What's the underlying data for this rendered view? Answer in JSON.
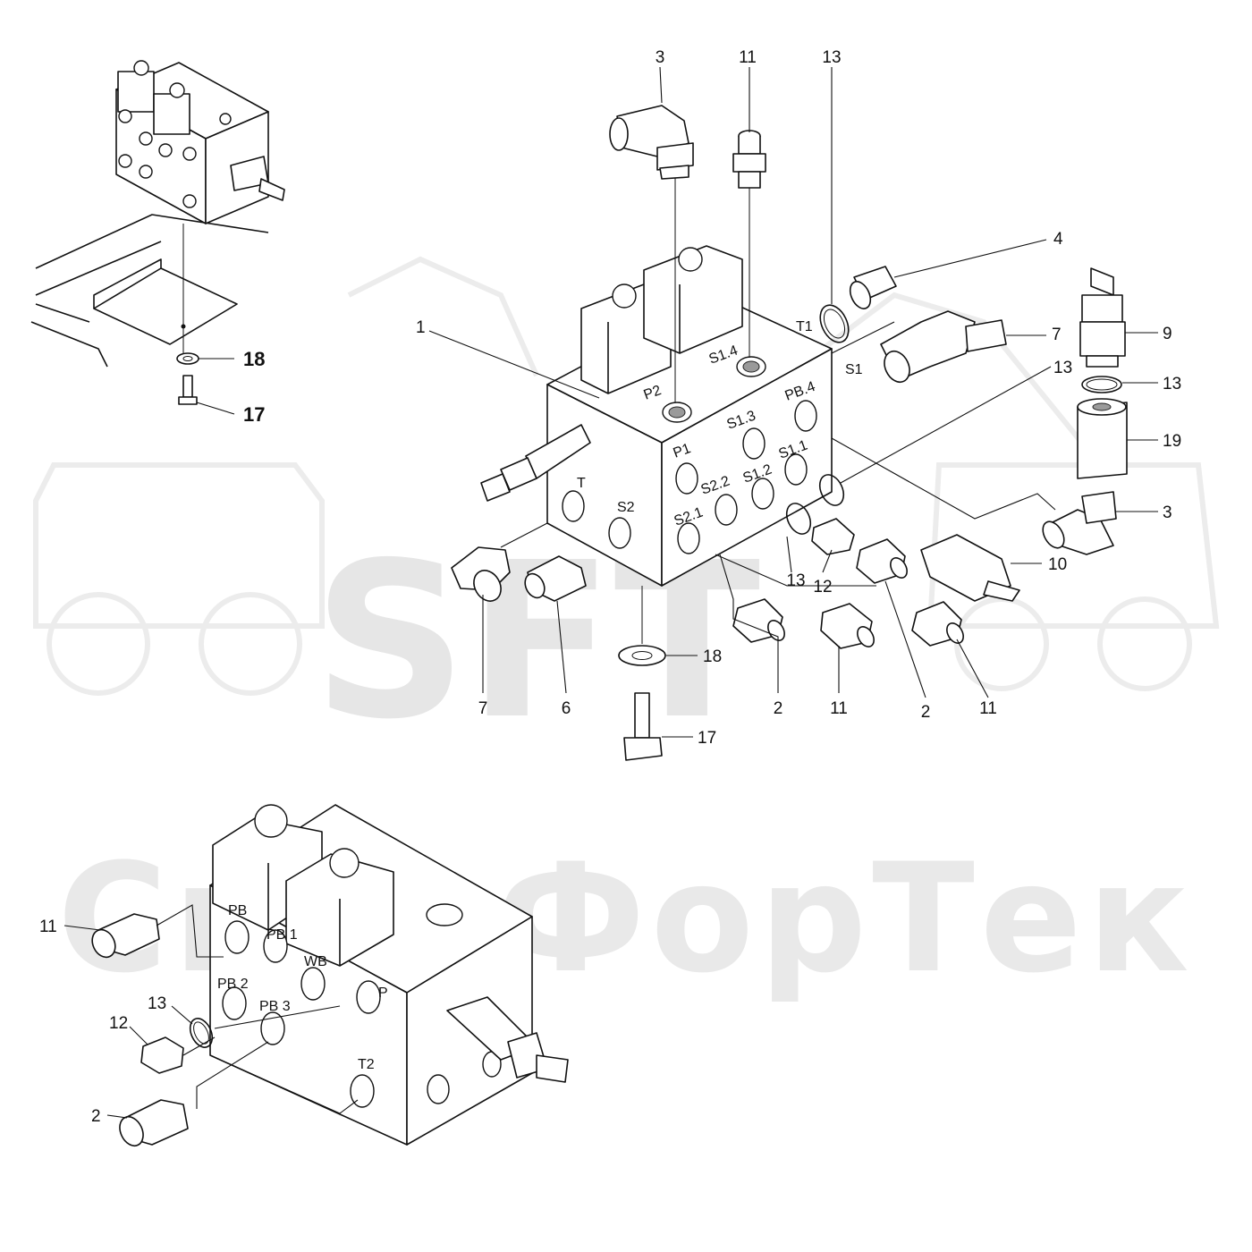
{
  "watermark": {
    "logo_text": "SFT",
    "brand_text": "СканФорТек"
  },
  "views": {
    "inset_top_left": {
      "callouts": {
        "washer": "18",
        "bolt": "17"
      }
    },
    "main": {
      "callouts": {
        "block": "1",
        "elbow_top": "3",
        "adapter_top": "11",
        "oring_top": "13",
        "plug": "4",
        "elbow_right": "7",
        "oring_right_a": "13",
        "sensor": "9",
        "oring_right_b": "13",
        "coupling": "19",
        "elbow_lower_right": "3",
        "valve": "10",
        "elbow_front": "7",
        "adapter_front": "6",
        "adapter_2a": "2",
        "adapter_11a": "11",
        "adapter_2b": "2",
        "adapter_11b": "11",
        "oring_mid": "13",
        "nut_12": "12",
        "washer": "18",
        "bolt": "17"
      },
      "ports": {
        "t1": "T1",
        "s1": "S1",
        "p2": "P2",
        "s14": "S1.4",
        "pb4": "PB.4",
        "s13": "S1.3",
        "p1": "P1",
        "s11": "S1.1",
        "s12": "S1.2",
        "s22": "S2.2",
        "s21": "S2.1",
        "t": "T",
        "s2": "S2"
      }
    },
    "bottom": {
      "callouts": {
        "adapter_11": "11",
        "nut_12": "12",
        "oring_13": "13",
        "adapter_2": "2"
      },
      "ports": {
        "pb": "PB",
        "pb1": "PB 1",
        "wb": "WB",
        "pb2": "PB 2",
        "pb3": "PB 3",
        "p": "P",
        "t2": "T2"
      }
    }
  }
}
